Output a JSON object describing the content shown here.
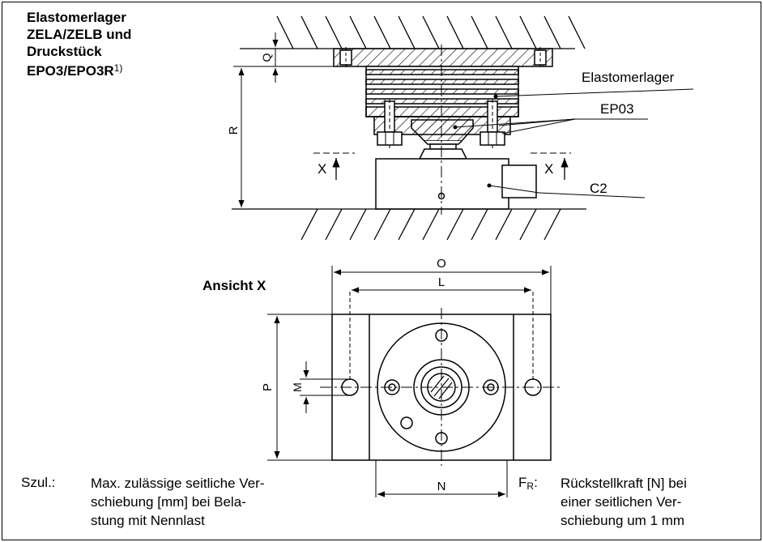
{
  "title": {
    "line1": "Elastomerlager",
    "line2": "ZELA/ZELB und",
    "line3": "Druckstück",
    "line4": "EPO3/EPO3R",
    "footnote_marker": "1)"
  },
  "labels": {
    "elastomerlager": "Elastomerlager",
    "ep03": "EP03",
    "c2": "C2",
    "section_mark": "X",
    "view_title": "Ansicht X"
  },
  "dimensions": {
    "q": "Q",
    "r": "R",
    "o": "O",
    "l": "L",
    "p": "P",
    "m": "M",
    "n": "N"
  },
  "legend": {
    "szul_key": "Szul.:",
    "szul_lines": [
      "Max. zulässige seitliche Ver-",
      "schiebung [mm] bei Bela-",
      "stung mit Nennlast"
    ],
    "fr_key_main": "F",
    "fr_key_sub": "R",
    "fr_key_colon": ":",
    "fr_lines": [
      "Rückstellkraft [N] bei",
      "einer seitlichen Ver-",
      "schiebung um 1 mm"
    ]
  }
}
